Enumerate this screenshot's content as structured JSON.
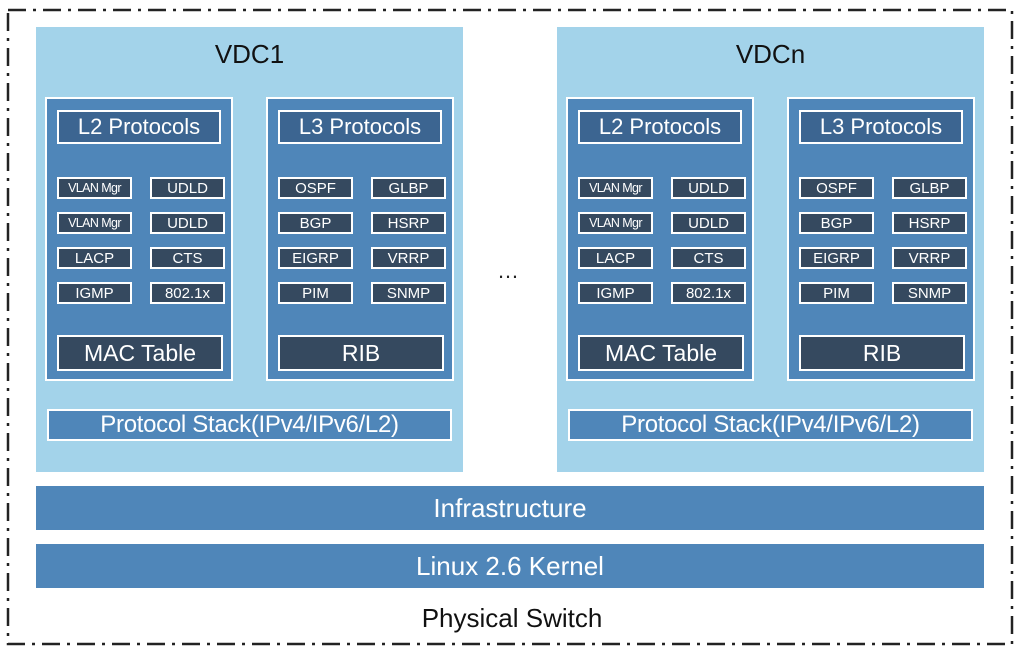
{
  "diagram": {
    "footer_label": "Physical Switch",
    "ellipsis": "…",
    "layers": {
      "infrastructure": "Infrastructure",
      "kernel": "Linux 2.6 Kernel"
    },
    "vdcs": [
      {
        "title": "VDC1",
        "l2": {
          "title": "L2 Protocols",
          "items": [
            "VLAN Mgr",
            "UDLD",
            "VLAN Mgr",
            "UDLD",
            "LACP",
            "CTS",
            "IGMP",
            "802.1x"
          ],
          "footer": "MAC Table"
        },
        "l3": {
          "title": "L3 Protocols",
          "items": [
            "OSPF",
            "GLBP",
            "BGP",
            "HSRP",
            "EIGRP",
            "VRRP",
            "PIM",
            "SNMP"
          ],
          "footer": "RIB"
        },
        "stack": "Protocol Stack(IPv4/IPv6/L2)"
      },
      {
        "title": "VDCn",
        "l2": {
          "title": "L2 Protocols",
          "items": [
            "VLAN Mgr",
            "UDLD",
            "VLAN Mgr",
            "UDLD",
            "LACP",
            "CTS",
            "IGMP",
            "802.1x"
          ],
          "footer": "MAC Table"
        },
        "l3": {
          "title": "L3 Protocols",
          "items": [
            "OSPF",
            "GLBP",
            "BGP",
            "HSRP",
            "EIGRP",
            "VRRP",
            "PIM",
            "SNMP"
          ],
          "footer": "RIB"
        },
        "stack": "Protocol Stack(IPv4/IPv6/L2)"
      }
    ]
  }
}
